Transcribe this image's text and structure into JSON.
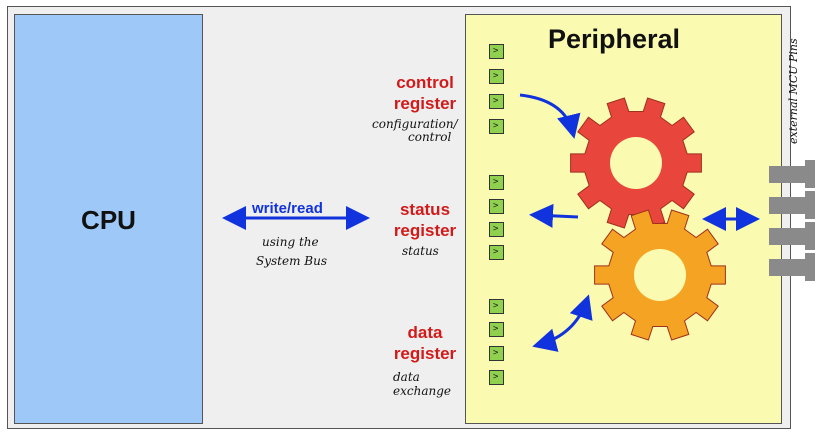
{
  "cpu": {
    "label": "CPU"
  },
  "peripheral": {
    "title": "Peripheral"
  },
  "bus": {
    "label": "write/read",
    "note_line1": "using the",
    "note_line2": "System Bus"
  },
  "registers": [
    {
      "title_line1": "control",
      "title_line2": "register",
      "note_line1": "configuration/",
      "note_line2": "control"
    },
    {
      "title_line1": "status",
      "title_line2": "register",
      "note_line1": "status",
      "note_line2": ""
    },
    {
      "title_line1": "data",
      "title_line2": "register",
      "note_line1": "data",
      "note_line2": "exchange"
    }
  ],
  "bit_glyph": ">",
  "side_label": "external MCU Pins",
  "colors": {
    "cpu": "#9dc8f7",
    "peripheral": "#fafab0",
    "gear_red": "#e8453c",
    "gear_orange": "#f4a323",
    "arrow": "#1133dd",
    "register_title": "#d11a1a",
    "bit_cell": "#8fd14f"
  }
}
